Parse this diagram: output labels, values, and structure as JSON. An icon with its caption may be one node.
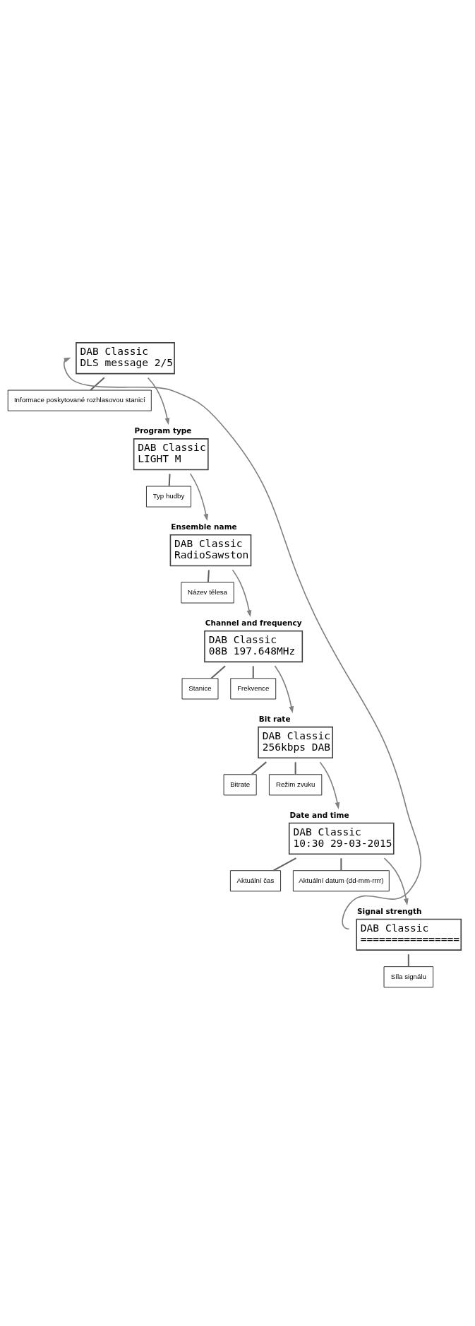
{
  "diagram": {
    "nodes": [
      {
        "text": [
          "DAB Classic",
          "DLS message 2/5"
        ]
      },
      {
        "text": [
          "Informace poskytované rozhlasovou stanicí"
        ]
      },
      {
        "text": [
          "Program type",
          "DAB Classic",
          "LIGHT M"
        ]
      },
      {
        "text": [
          "Typ hudby"
        ]
      },
      {
        "text": [
          "Ensemble name",
          "DAB Classic",
          "RadioSawston"
        ]
      },
      {
        "text": [
          "Název tělesa"
        ]
      },
      {
        "text": [
          "Channel and frequency",
          "DAB Classic",
          "08B 197.648MHz"
        ]
      },
      {
        "text": [
          "Stanice"
        ]
      },
      {
        "text": [
          "Frekvence"
        ]
      },
      {
        "text": [
          "Bit rate",
          "DAB Classic",
          "256kbps DAB"
        ]
      },
      {
        "text": [
          "Bitrate"
        ]
      },
      {
        "text": [
          "Režim zvuku"
        ]
      },
      {
        "text": [
          "Date and time",
          "DAB Classic",
          "10:30 29-03-2015"
        ]
      },
      {
        "text": [
          "Aktuální čas"
        ]
      },
      {
        "text": [
          "Aktuální datum (dd-mm-rrrr)"
        ]
      },
      {
        "text": [
          "Signal strength",
          "DAB Classic",
          "================"
        ]
      },
      {
        "text": [
          "Síla signálu"
        ]
      }
    ],
    "edges": [
      {
        "from": 1,
        "to": 0,
        "arrow": "none"
      },
      {
        "from": 0,
        "to": 2,
        "arrow": "to"
      },
      {
        "from": 3,
        "to": 2,
        "arrow": "none"
      },
      {
        "from": 2,
        "to": 4,
        "arrow": "to"
      },
      {
        "from": 5,
        "to": 4,
        "arrow": "none"
      },
      {
        "from": 4,
        "to": 6,
        "arrow": "to"
      },
      {
        "from": 7,
        "to": 6,
        "arrow": "none"
      },
      {
        "from": 8,
        "to": 6,
        "arrow": "none"
      },
      {
        "from": 6,
        "to": 9,
        "arrow": "to"
      },
      {
        "from": 10,
        "to": 9,
        "arrow": "none"
      },
      {
        "from": 11,
        "to": 9,
        "arrow": "none"
      },
      {
        "from": 9,
        "to": 12,
        "arrow": "to"
      },
      {
        "from": 13,
        "to": 12,
        "arrow": "none"
      },
      {
        "from": 14,
        "to": 12,
        "arrow": "none"
      },
      {
        "from": 12,
        "to": 15,
        "arrow": "to"
      },
      {
        "from": 16,
        "to": 15,
        "arrow": "none"
      },
      {
        "from": 15,
        "to": 0,
        "arrow": "to"
      }
    ]
  }
}
